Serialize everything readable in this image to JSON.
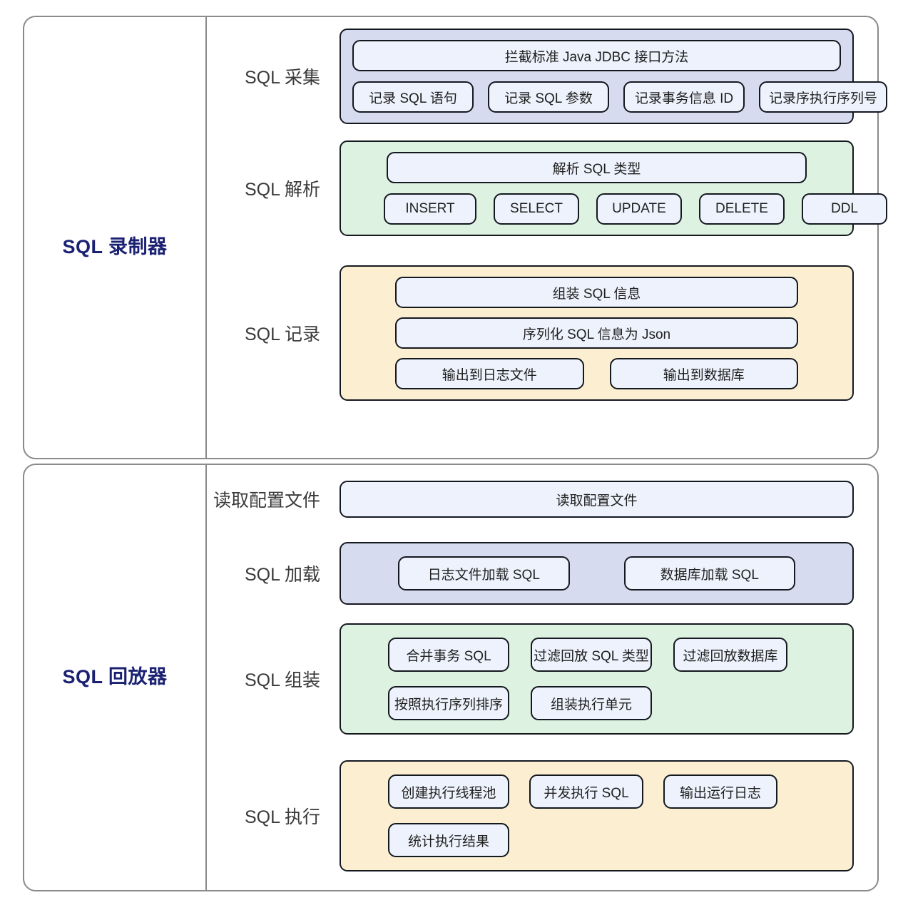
{
  "panels": [
    {
      "title": "SQL 录制器",
      "rows": [
        {
          "label": "SQL 采集",
          "style": "purple",
          "lines": [
            [
              "拦截标准 Java JDBC 接口方法"
            ],
            [
              "记录 SQL 语句",
              "记录 SQL 参数",
              "记录事务信息 ID",
              "记录序执行序列号"
            ]
          ]
        },
        {
          "label": "SQL 解析",
          "style": "green",
          "lines": [
            [
              "解析 SQL 类型"
            ],
            [
              "INSERT",
              "SELECT",
              "UPDATE",
              "DELETE",
              "DDL"
            ]
          ]
        },
        {
          "label": "SQL 记录",
          "style": "yellow",
          "lines": [
            [
              "组装 SQL 信息"
            ],
            [
              "序列化 SQL 信息为 Json"
            ],
            [
              "输出到日志文件",
              "输出到数据库"
            ]
          ]
        }
      ]
    },
    {
      "title": "SQL 回放器",
      "rows": [
        {
          "label": "读取配置文件",
          "style": "plain",
          "lines": [
            [
              "读取配置文件"
            ]
          ]
        },
        {
          "label": "SQL 加载",
          "style": "purple",
          "lines": [
            [
              "日志文件加载 SQL",
              "数据库加载 SQL"
            ]
          ]
        },
        {
          "label": "SQL 组装",
          "style": "green",
          "lines": [
            [
              "合并事务 SQL",
              "过滤回放 SQL 类型",
              "过滤回放数据库"
            ],
            [
              "按照执行序列排序",
              "组装执行单元"
            ]
          ]
        },
        {
          "label": "SQL 执行",
          "style": "yellow",
          "lines": [
            [
              "创建执行线程池",
              "并发执行 SQL",
              "输出运行日志"
            ],
            [
              "统计执行结果"
            ]
          ]
        }
      ]
    }
  ],
  "colors": {
    "title_color": "#1b2172",
    "purple_fill": "#d6dbef",
    "green_fill": "#ddf2e1",
    "yellow_fill": "#fcefd1",
    "chip_fill": "#eef2fc",
    "chip_border": "#14181f",
    "panel_border": "#8a8a8a"
  }
}
